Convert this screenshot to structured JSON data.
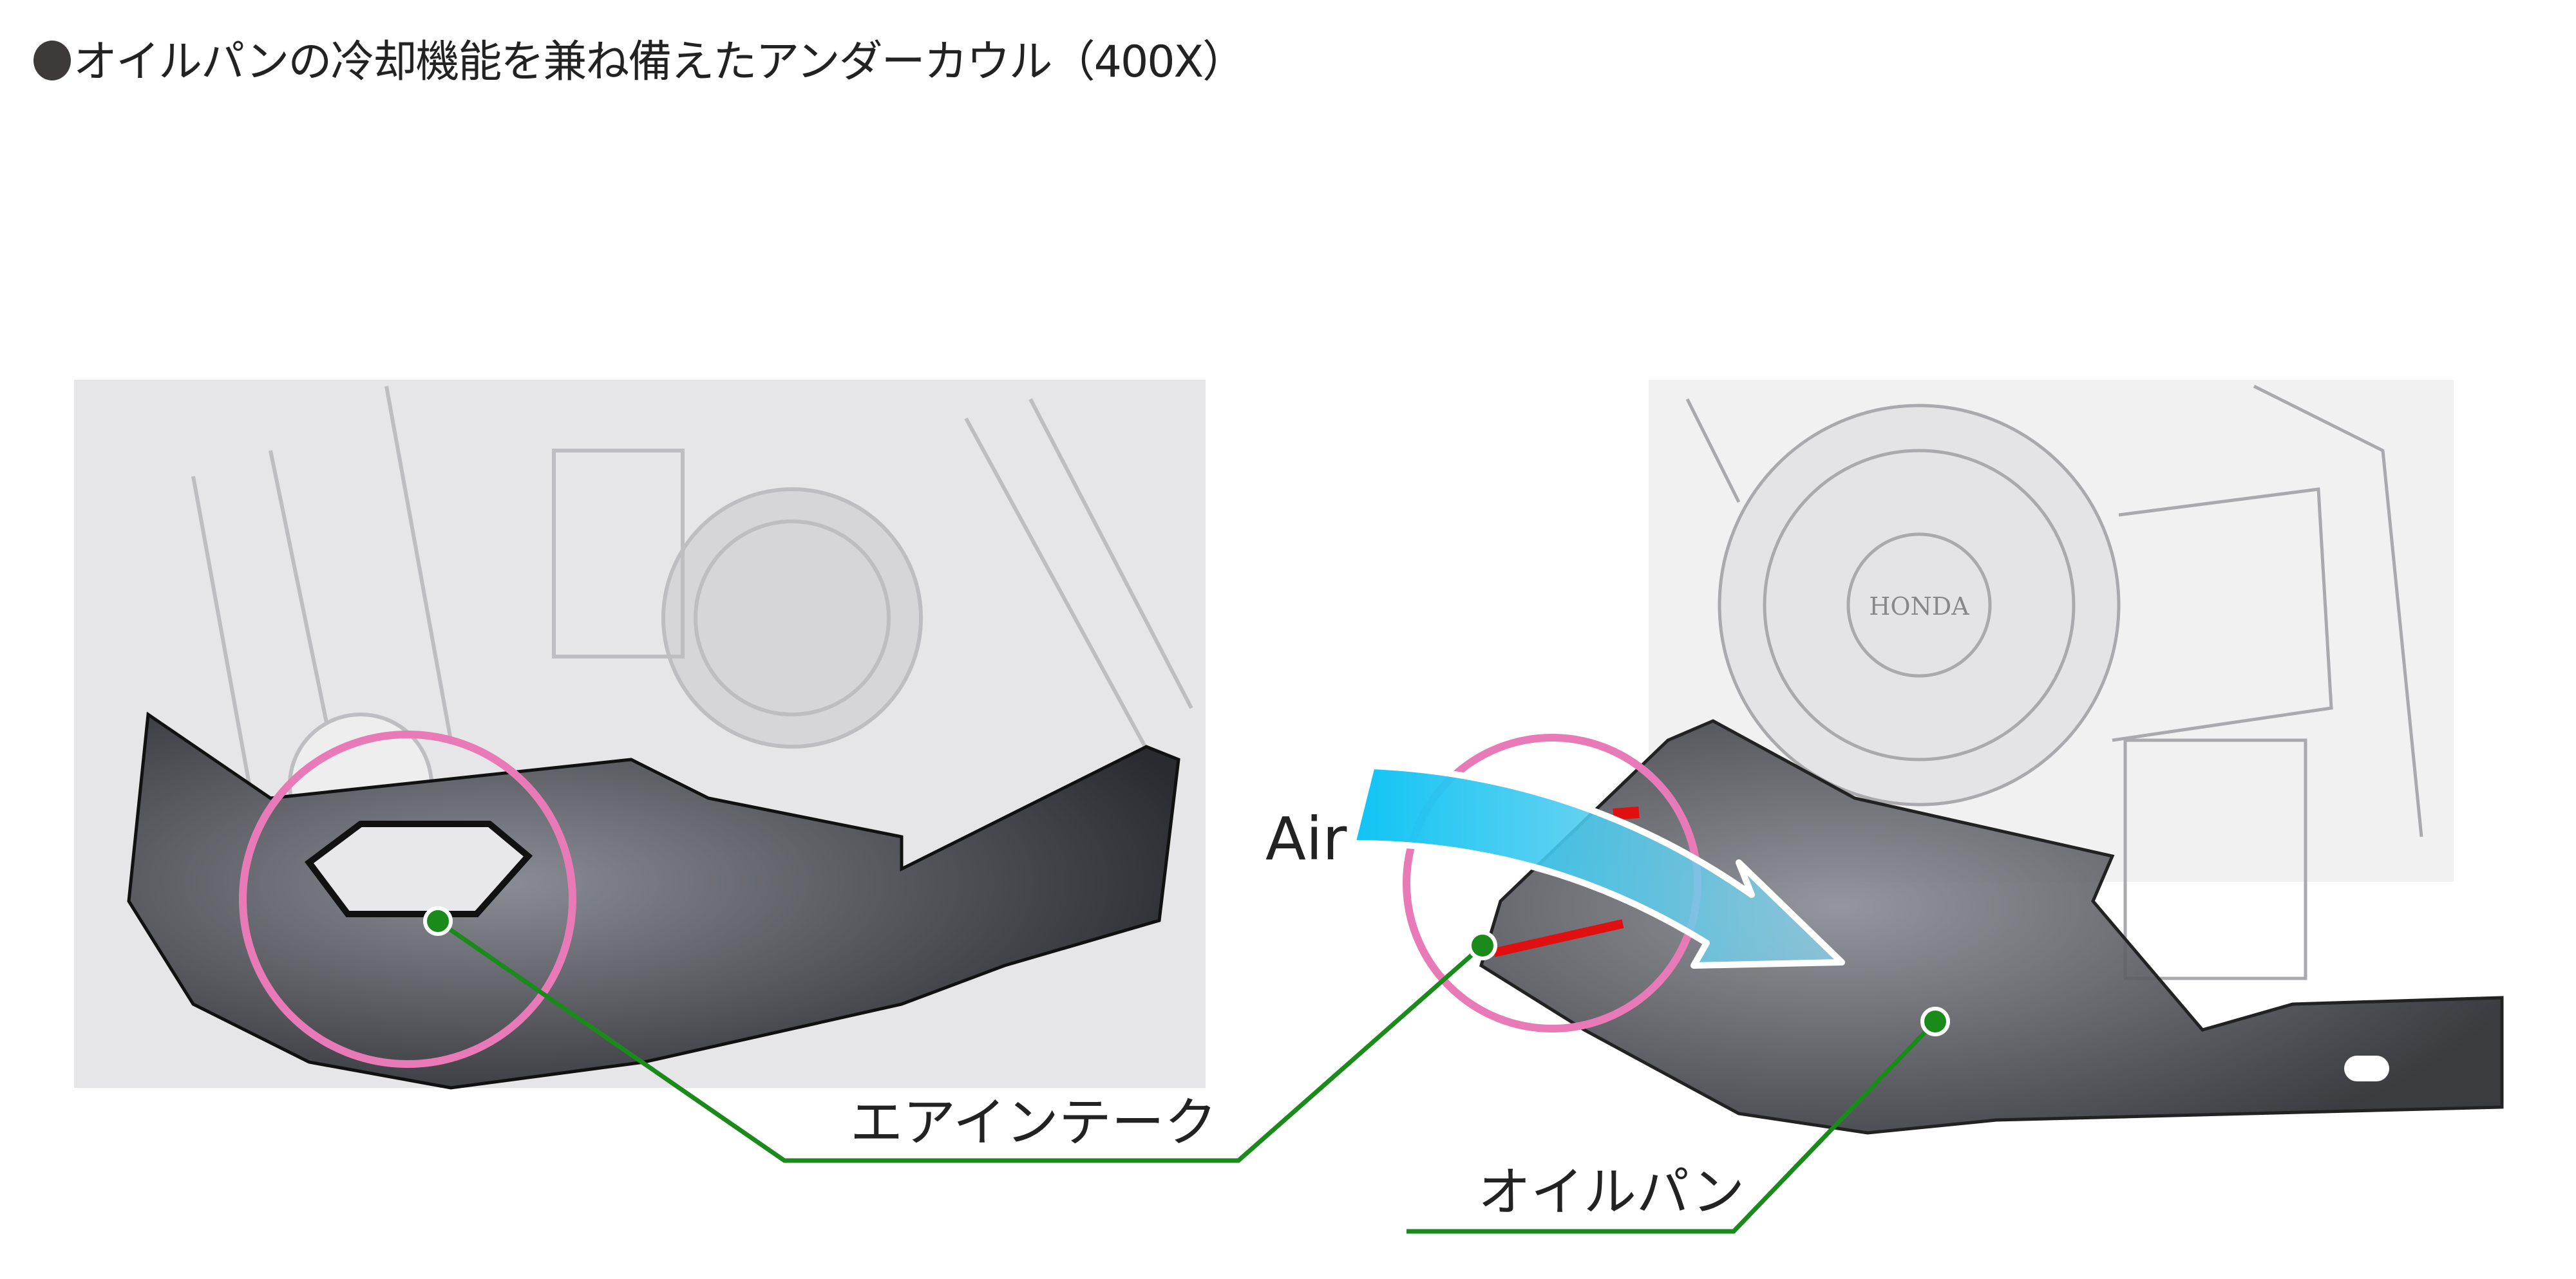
{
  "title": "オイルパンの冷却機能を兼ね備えたアンダーカウル（400X）",
  "labels": {
    "air": "Air",
    "air_intake": "エアインテーク",
    "oil_pan": "オイルパン",
    "engine_logo": "HONDA"
  },
  "colors": {
    "callout_line": "#1a8a1a",
    "highlight_circle": "#e87ab8",
    "air_arrow": "#19c3f0",
    "cowl": "#2b2b2f",
    "engine": "#dcdcdc"
  }
}
